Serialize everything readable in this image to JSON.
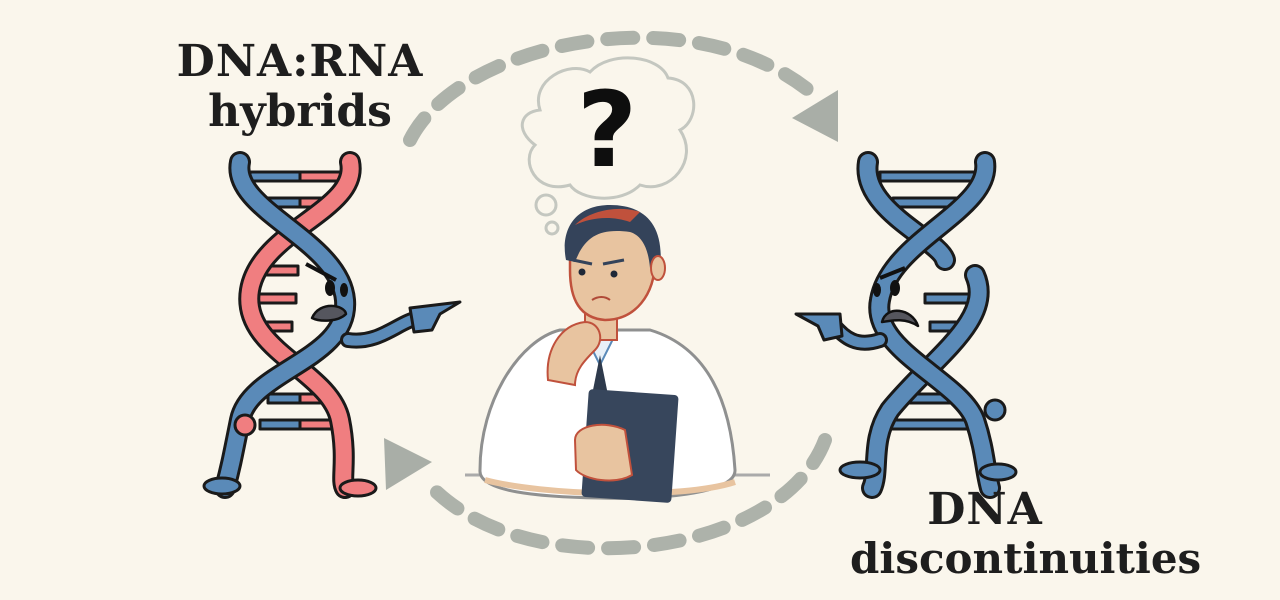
{
  "labels": {
    "left": {
      "line1": "DNA:RNA",
      "line2": "hybrids"
    },
    "right": {
      "line1": "DNA",
      "line2": "discontinuities"
    }
  },
  "thought_bubble": {
    "symbol": "?"
  },
  "colors": {
    "background": "#faf6ec",
    "dna_blue": "#5a8ab8",
    "rna_red": "#f07e80",
    "outline": "#1a1a1a",
    "arrow_gray": "#a9aea7",
    "skin": "#e8c4a0",
    "hair": "#34435a",
    "hair_highlight": "#c0513c",
    "tie": "#2e3a4c",
    "clipboard": "#37465c"
  },
  "figures": {
    "left": "angry DNA:RNA hybrid helix pointing right",
    "center": "puzzled scientist in lab coat holding clipboard",
    "right": "angry DNA helix with break pointing left"
  }
}
